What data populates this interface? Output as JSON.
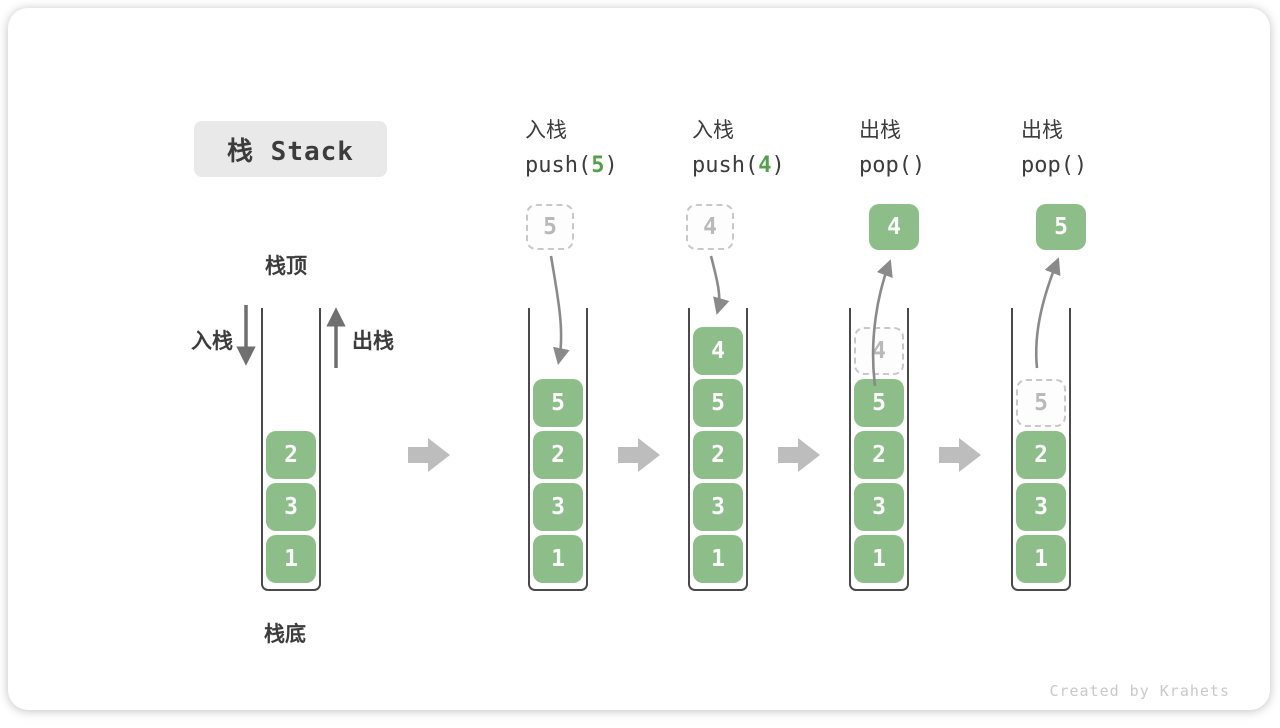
{
  "title": "栈 Stack",
  "side_labels": {
    "top": "栈顶",
    "bottom": "栈底",
    "push": "入栈",
    "pop": "出栈"
  },
  "watermark": "Created by Krahets",
  "colors": {
    "block_green": "#8dbe8a",
    "code_green": "#55a04e",
    "container_border": "#4a4a4a",
    "big_arrow_gray": "#bdbdbd",
    "curve_arrow_gray": "#8a8a8a",
    "ghost_gray": "#b9b9b9",
    "text_dark": "#3c3c3c",
    "title_bg": "#e9e9e9"
  },
  "operations": [
    {
      "name": "入栈",
      "code_pre": "push(",
      "code_arg": "5",
      "code_post": ")"
    },
    {
      "name": "入栈",
      "code_pre": "push(",
      "code_arg": "4",
      "code_post": ")"
    },
    {
      "name": "出栈",
      "code_pre": "pop(",
      "code_arg": "",
      "code_post": ")"
    },
    {
      "name": "出栈",
      "code_pre": "pop(",
      "code_arg": "",
      "code_post": ")"
    }
  ],
  "stacks": [
    {
      "blocks": [
        "2",
        "3",
        "1"
      ]
    },
    {
      "incoming": "5",
      "blocks": [
        "5",
        "2",
        "3",
        "1"
      ]
    },
    {
      "incoming": "4",
      "blocks": [
        "4",
        "5",
        "2",
        "3",
        "1"
      ]
    },
    {
      "popped": "4",
      "ghost": "4",
      "blocks": [
        "5",
        "2",
        "3",
        "1"
      ]
    },
    {
      "popped": "5",
      "ghost": "5",
      "blocks": [
        "2",
        "3",
        "1"
      ]
    }
  ]
}
